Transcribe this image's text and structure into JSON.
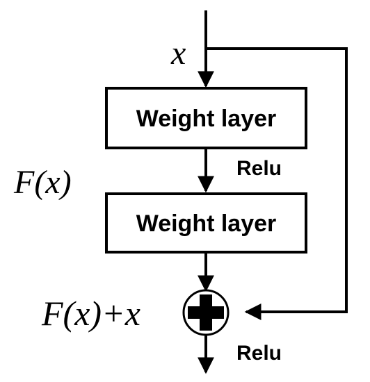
{
  "input_label": "x",
  "residual_label": "F(x)",
  "output_label": "F(x)+x",
  "layers": [
    {
      "label": "Weight layer"
    },
    {
      "label": "Weight layer"
    }
  ],
  "activations": [
    {
      "label": "Relu"
    },
    {
      "label": "Relu"
    }
  ],
  "colors": {
    "stroke": "#000000",
    "fill": "#ffffff"
  }
}
